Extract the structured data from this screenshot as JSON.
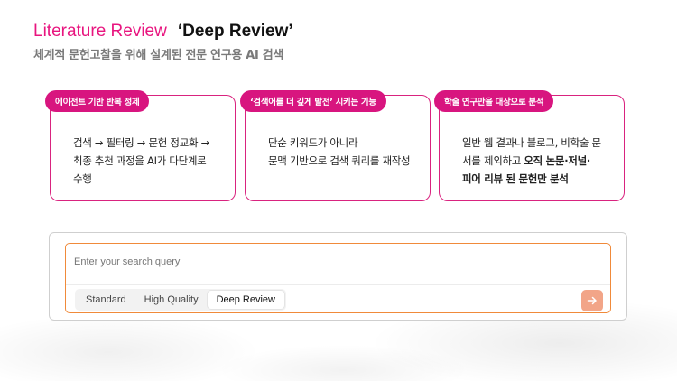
{
  "header": {
    "title_en": "Literature Review",
    "title_mode": "‘Deep Review’",
    "subtitle": "체계적 문헌고찰을 위해 설계된 전문 연구용 AI 검색"
  },
  "cards": [
    {
      "tag": "에이전트 기반 반복 정제",
      "body_line1": "검색 → 필터링 → 문헌 정교화 →",
      "body_line2": "최종 추천 과정을 AI가 다단계로",
      "body_line3": "수행"
    },
    {
      "tag": "‘검색어를 더 깊게 발전’ 시키는 기능",
      "body_line1": "단순 키워드가 아니라",
      "body_line2": "문맥 기반으로 검색 쿼리를 재작성"
    },
    {
      "tag": "학술 연구만을 대상으로 분석",
      "body_line1": "일반 웹 결과나 블로그, 비학술 문",
      "body_line2_plain": "서를 제외하고 ",
      "body_line2_bold": "오직 논문·저널·",
      "body_line3_bold": "피어 리뷰 된 문헌만 분석"
    }
  ],
  "search": {
    "placeholder": "Enter your search query",
    "value": "",
    "modes": [
      "Standard",
      "High Quality",
      "Deep Review"
    ],
    "selected_mode": "Deep Review",
    "submit_icon": "arrow-right-icon",
    "accent_color": "#f08a3a",
    "submit_color": "#f2a588"
  },
  "colors": {
    "brand_pink": "#e8157f",
    "card_border": "#d9237f"
  }
}
